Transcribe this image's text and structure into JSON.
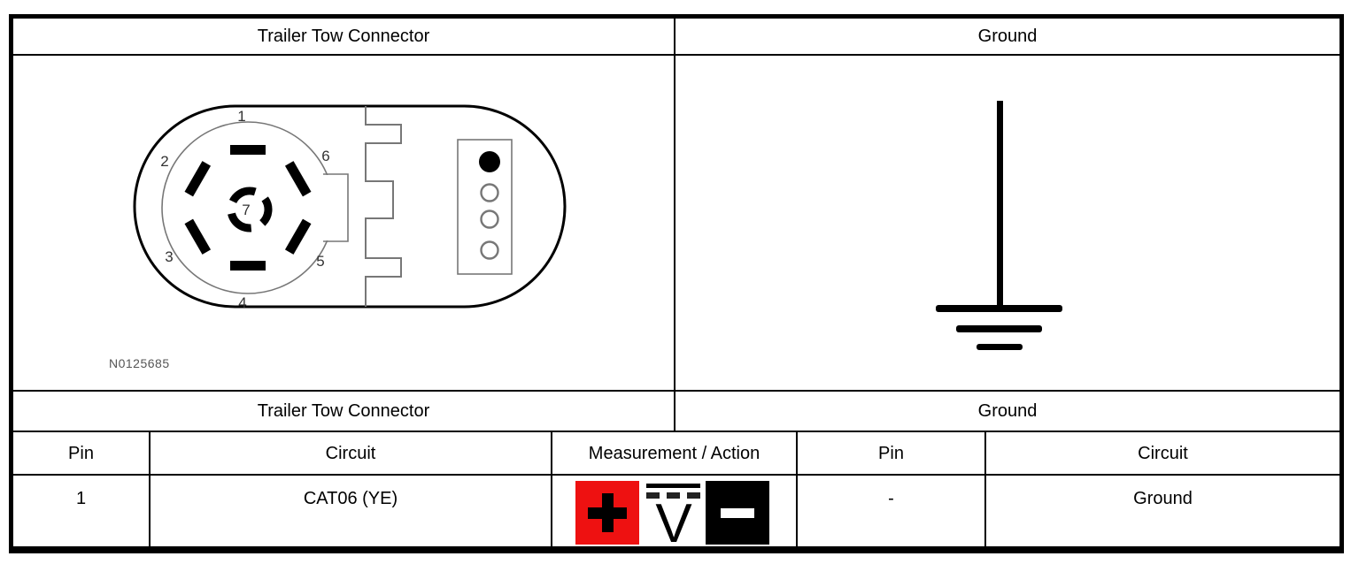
{
  "diagram_panels": {
    "left": {
      "title": "Trailer Tow Connector",
      "diagram_label": "N0125685",
      "pin_numbers": {
        "p1": "1",
        "p2": "2",
        "p3": "3",
        "p4": "4",
        "p5": "5",
        "p6": "6",
        "p7": "7"
      }
    },
    "right": {
      "title": "Ground"
    }
  },
  "table": {
    "left_header": "Trailer Tow Connector",
    "right_header": "Ground",
    "columns": [
      "Pin",
      "Circuit",
      "Measurement / Action",
      "Pin",
      "Circuit"
    ],
    "row": {
      "left_pin": "1",
      "left_circuit": "CAT06 (YE)",
      "measurement_icons": [
        "positive-probe-icon",
        "dc-voltage-icon",
        "negative-probe-icon"
      ],
      "dc_voltage_letter": "V",
      "right_pin": "-",
      "right_circuit": "Ground"
    }
  },
  "colors": {
    "positive_probe_red": "#ee1111",
    "negative_probe_black": "#000000",
    "diagram_line_gray": "#777777",
    "border_black": "#000000"
  }
}
